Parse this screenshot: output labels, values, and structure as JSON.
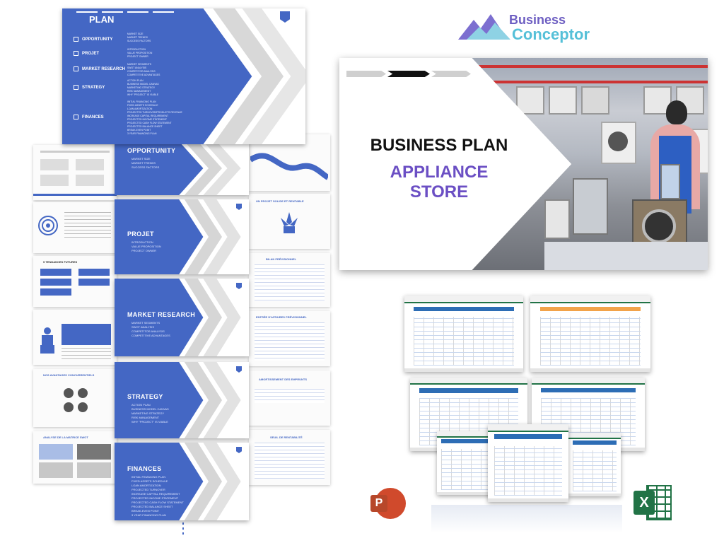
{
  "logo": {
    "line1": "Business",
    "line2": "Conceptor"
  },
  "hero": {
    "title_line1": "BUSINESS PLAN",
    "title_line2": "APPLIANCE STORE"
  },
  "plan_slide": {
    "title": "PLAN",
    "sections": [
      {
        "label": "OPPORTUNITY",
        "items": [
          "MARKET SIZE",
          "MARKET TRENDS",
          "SUCCESS FACTORS"
        ]
      },
      {
        "label": "PROJET",
        "items": [
          "INTRODUCTION",
          "VALUE PROPOSITION",
          "PROJECT OWNER"
        ]
      },
      {
        "label": "MARKET RESEARCH",
        "items": [
          "MARKET SEGMENTS",
          "SWOT ANALYSIS",
          "COMPETITOR ANALYSIS",
          "COMPETITIVE ADVANTAGES"
        ]
      },
      {
        "label": "STRATEGY",
        "items": [
          "ACTION PLAN",
          "BUSINESS MODEL CANVAS",
          "MARKETING STRATEGY",
          "RISK MANAGEMENT",
          "WHY \"PROJECT\" IS VIABLE"
        ]
      },
      {
        "label": "FINANCES",
        "items": [
          "INITIAL FINANCING PLAN",
          "FIXED ASSETS SCHEDULE",
          "LOAN AMORTIZATION",
          "PROJECTED TURNOVER/PRODUCTS REVENUE",
          "INCREASE CAPITAL REQUIREMENT",
          "PROJECTED INCOME STATEMENT",
          "PROJECTED CASH FLOW STATEMENT",
          "PROJECTED BALANCE SHEET",
          "BREAK-EVEN POINT",
          "3 YEAR FINANCING PLAN"
        ]
      }
    ]
  },
  "section_slides": [
    {
      "title": "OPPORTUNITY",
      "items": [
        "MARKET SIZE",
        "MARKET TRENDS",
        "SUCCESS FACTORS"
      ]
    },
    {
      "title": "PROJET",
      "items": [
        "INTRODUCTION",
        "VALUE PROPOSITION",
        "PROJECT OWNER"
      ]
    },
    {
      "title": "MARKET RESEARCH",
      "items": [
        "MARKET SEGMENTS",
        "SWOT ANALYSIS",
        "COMPETITOR ANALYSIS",
        "COMPETITIVE ADVANTAGES"
      ]
    },
    {
      "title": "STRATEGY",
      "items": [
        "ACTION PLAN",
        "BUSINESS MODEL CANVAS",
        "MARKETING STRATEGY",
        "RISK MANAGEMENT",
        "WHY \"PROJECT\" IS VIABLE"
      ]
    },
    {
      "title": "FINANCES",
      "items": [
        "INITIAL FINANCING PLAN",
        "FIXED ASSETS SCHEDULE",
        "LOAN AMORTIZATION",
        "PROJECTED TURNOVER",
        "INCREASE CAPITAL REQUIREMENT",
        "PROJECTED INCOME STATEMENT",
        "PROJECTED CASH FLOW STATEMENT",
        "PROJECTED BALANCE SHEET",
        "BREAK-EVEN POINT",
        "3 YEAR FINANCING PLAN"
      ]
    }
  ],
  "right_slides": [
    {
      "title": "UN PROJET SOLIDE ET RENTABLE"
    },
    {
      "title": "BILAN PRÉVISIONNEL"
    },
    {
      "title": "ENTRÉE D'AFFAIRES PRÉVISIONNEL"
    },
    {
      "title": "AMORTISSEMENT DES EMPRUNTS"
    },
    {
      "title": "SEUIL DE RENTABILITÉ"
    }
  ],
  "left_slides": [
    {
      "title": "5 TENDANCES FUTURES"
    },
    {
      "title": "NOS AVANTAGES CONCURRENTIELS"
    },
    {
      "title": "ANALYSE DE LA MATRICE SWOT"
    }
  ],
  "apps": {
    "powerpoint": "P",
    "excel": "X"
  },
  "colors": {
    "brand_blue": "#4467c4",
    "accent_purple": "#6b4fc4",
    "logo_cyan": "#55c0d8"
  }
}
